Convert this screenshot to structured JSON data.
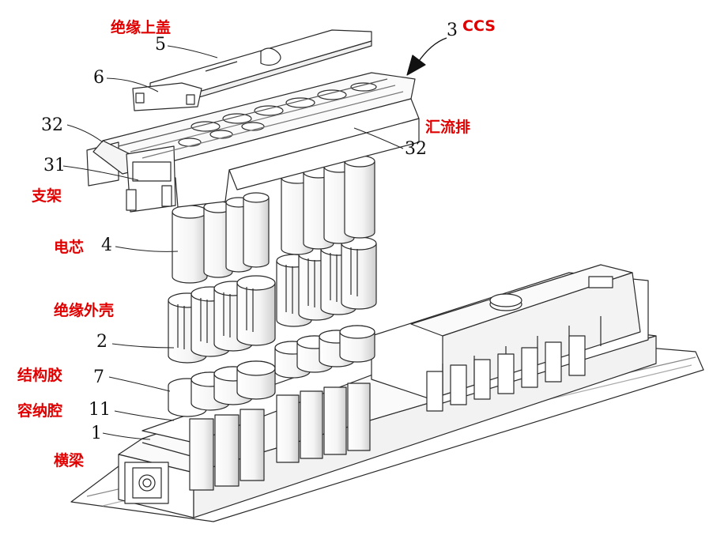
{
  "diagram": {
    "labels_red": {
      "top_cover": "绝缘上盖",
      "ccs": "CCS",
      "busbar": "汇流排",
      "bracket": "支架",
      "cell": "电芯",
      "insulation_shell": "绝缘外壳",
      "structural_glue": "结构胶",
      "cavity": "容纳腔",
      "beam": "横梁"
    },
    "reference_numbers": {
      "n5": "5",
      "n3": "3",
      "n6": "6",
      "n32_left": "32",
      "n32_right": "32",
      "n31": "31",
      "n4": "4",
      "n2": "2",
      "n7": "7",
      "n11": "11",
      "n1": "1"
    }
  }
}
